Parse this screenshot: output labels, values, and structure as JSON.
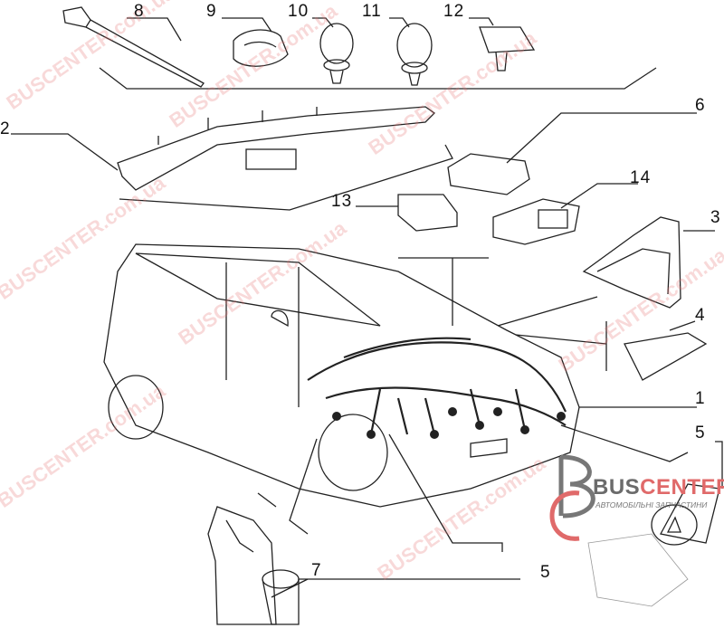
{
  "callouts": {
    "c8": "8",
    "c9": "9",
    "c10": "10",
    "c11": "11",
    "c12": "12",
    "c2": "2",
    "c6": "6",
    "c13": "13",
    "c14": "14",
    "c3": "3",
    "c4": "4",
    "c1": "1",
    "c5a": "5",
    "c5b": "5",
    "c7": "7"
  },
  "watermark": "BUSCENTER.com.ua",
  "logo": {
    "name_a": "BUS",
    "name_b": "CENTER",
    "subtitle": "АВТОМОБІЛЬНІ ЗАПЧАСТИНИ"
  }
}
